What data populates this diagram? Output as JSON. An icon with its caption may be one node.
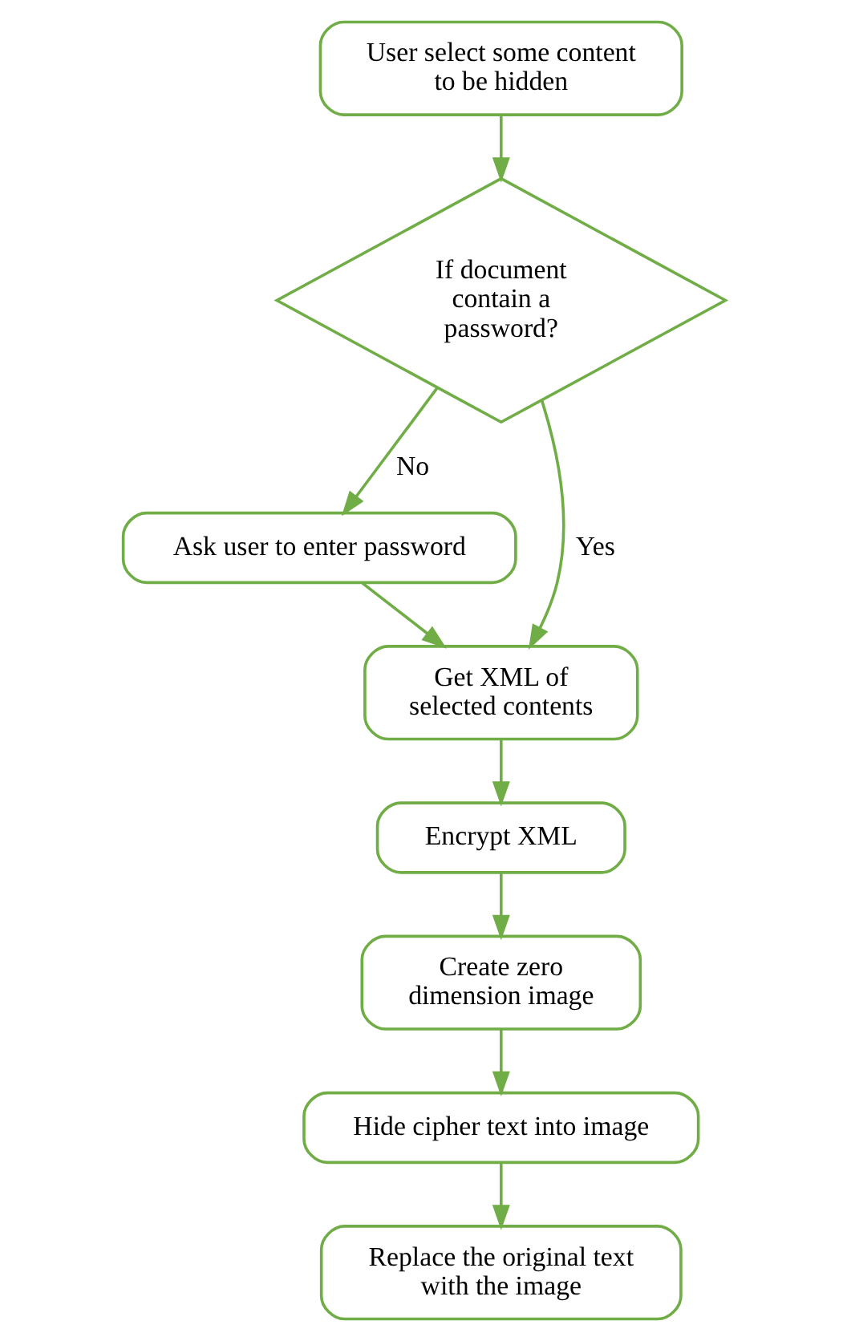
{
  "diagram": {
    "nodes": [
      {
        "text": [
          "User select some content to be hidden"
        ]
      },
      {
        "text": [
          "If document contain a password?"
        ]
      },
      {
        "text": [
          "Ask user to enter password"
        ]
      },
      {
        "text": [
          "Get XML of selected contents"
        ]
      },
      {
        "text": [
          "Encrypt XML"
        ]
      },
      {
        "text": [
          "Create zero dimension image"
        ]
      },
      {
        "text": [
          "Hide cipher text into image"
        ]
      },
      {
        "text": [
          "Replace the original text with the image"
        ]
      }
    ],
    "edges": [
      {
        "from": 0,
        "to": 1,
        "arrow": "to"
      },
      {
        "from": 1,
        "to": 2,
        "arrow": "to",
        "label": "No"
      },
      {
        "from": 1,
        "to": 3,
        "arrow": "to",
        "label": "Yes"
      },
      {
        "from": 2,
        "to": 3,
        "arrow": "to"
      },
      {
        "from": 3,
        "to": 4,
        "arrow": "to"
      },
      {
        "from": 4,
        "to": 5,
        "arrow": "to"
      },
      {
        "from": 5,
        "to": 6,
        "arrow": "to"
      },
      {
        "from": 6,
        "to": 7,
        "arrow": "to"
      }
    ]
  }
}
